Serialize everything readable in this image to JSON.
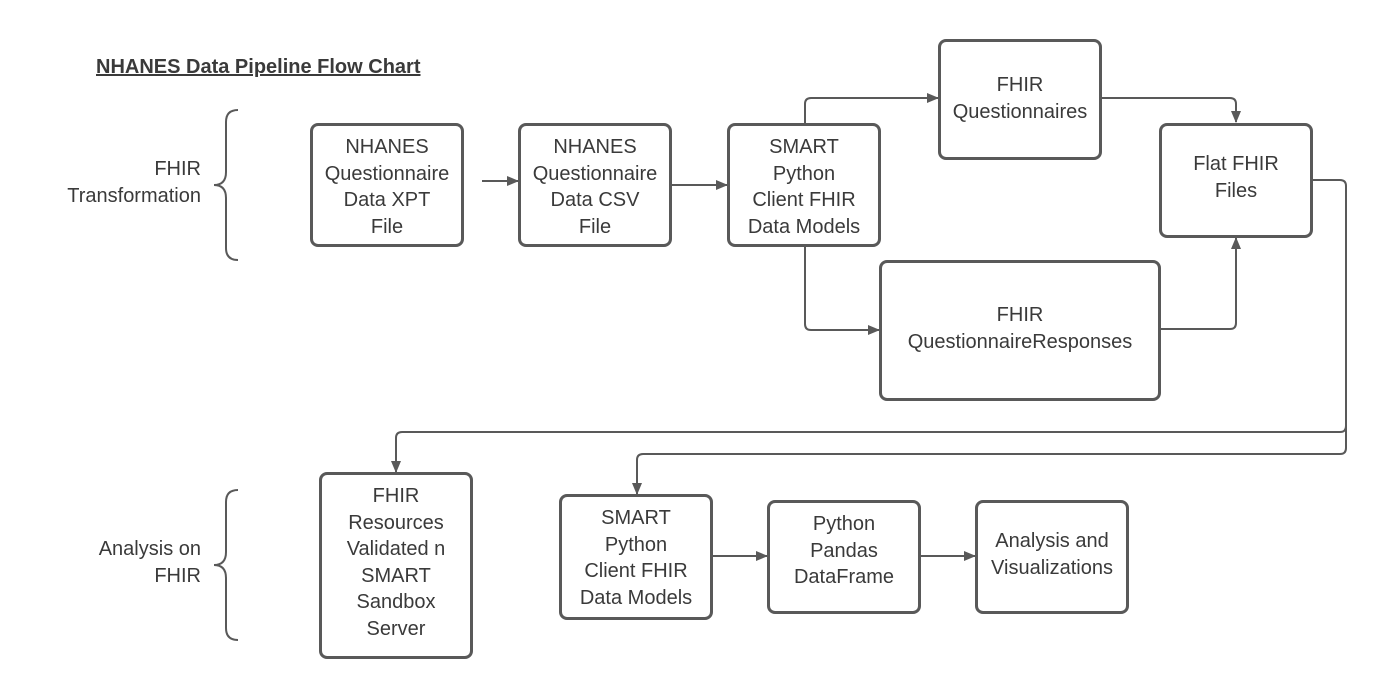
{
  "title": "NHANES Data Pipeline Flow Chart",
  "sections": {
    "transformation": "FHIR\nTransformation",
    "analysis": "Analysis on\nFHIR"
  },
  "nodes": {
    "xpt": "NHANES\nQuestionnaire\nData XPT\nFile",
    "csv": "NHANES\nQuestionnaire\nData CSV\nFile",
    "smart1": "SMART\nPython\nClient FHIR\nData Models",
    "questionnaires": "FHIR\nQuestionnaires",
    "responses": "FHIR\nQuestionnaireResponses",
    "flat": "Flat FHIR\nFiles",
    "validated": "FHIR\nResources\nValidated n\nSMART\nSandbox\nServer",
    "smart2": "SMART\nPython\nClient FHIR\nData Models",
    "pandas": "Python\nPandas\nDataFrame",
    "analysis": "Analysis and\nVisualizations"
  },
  "colors": {
    "stroke": "#595959",
    "text": "#3a3a3a",
    "background": "#ffffff"
  }
}
